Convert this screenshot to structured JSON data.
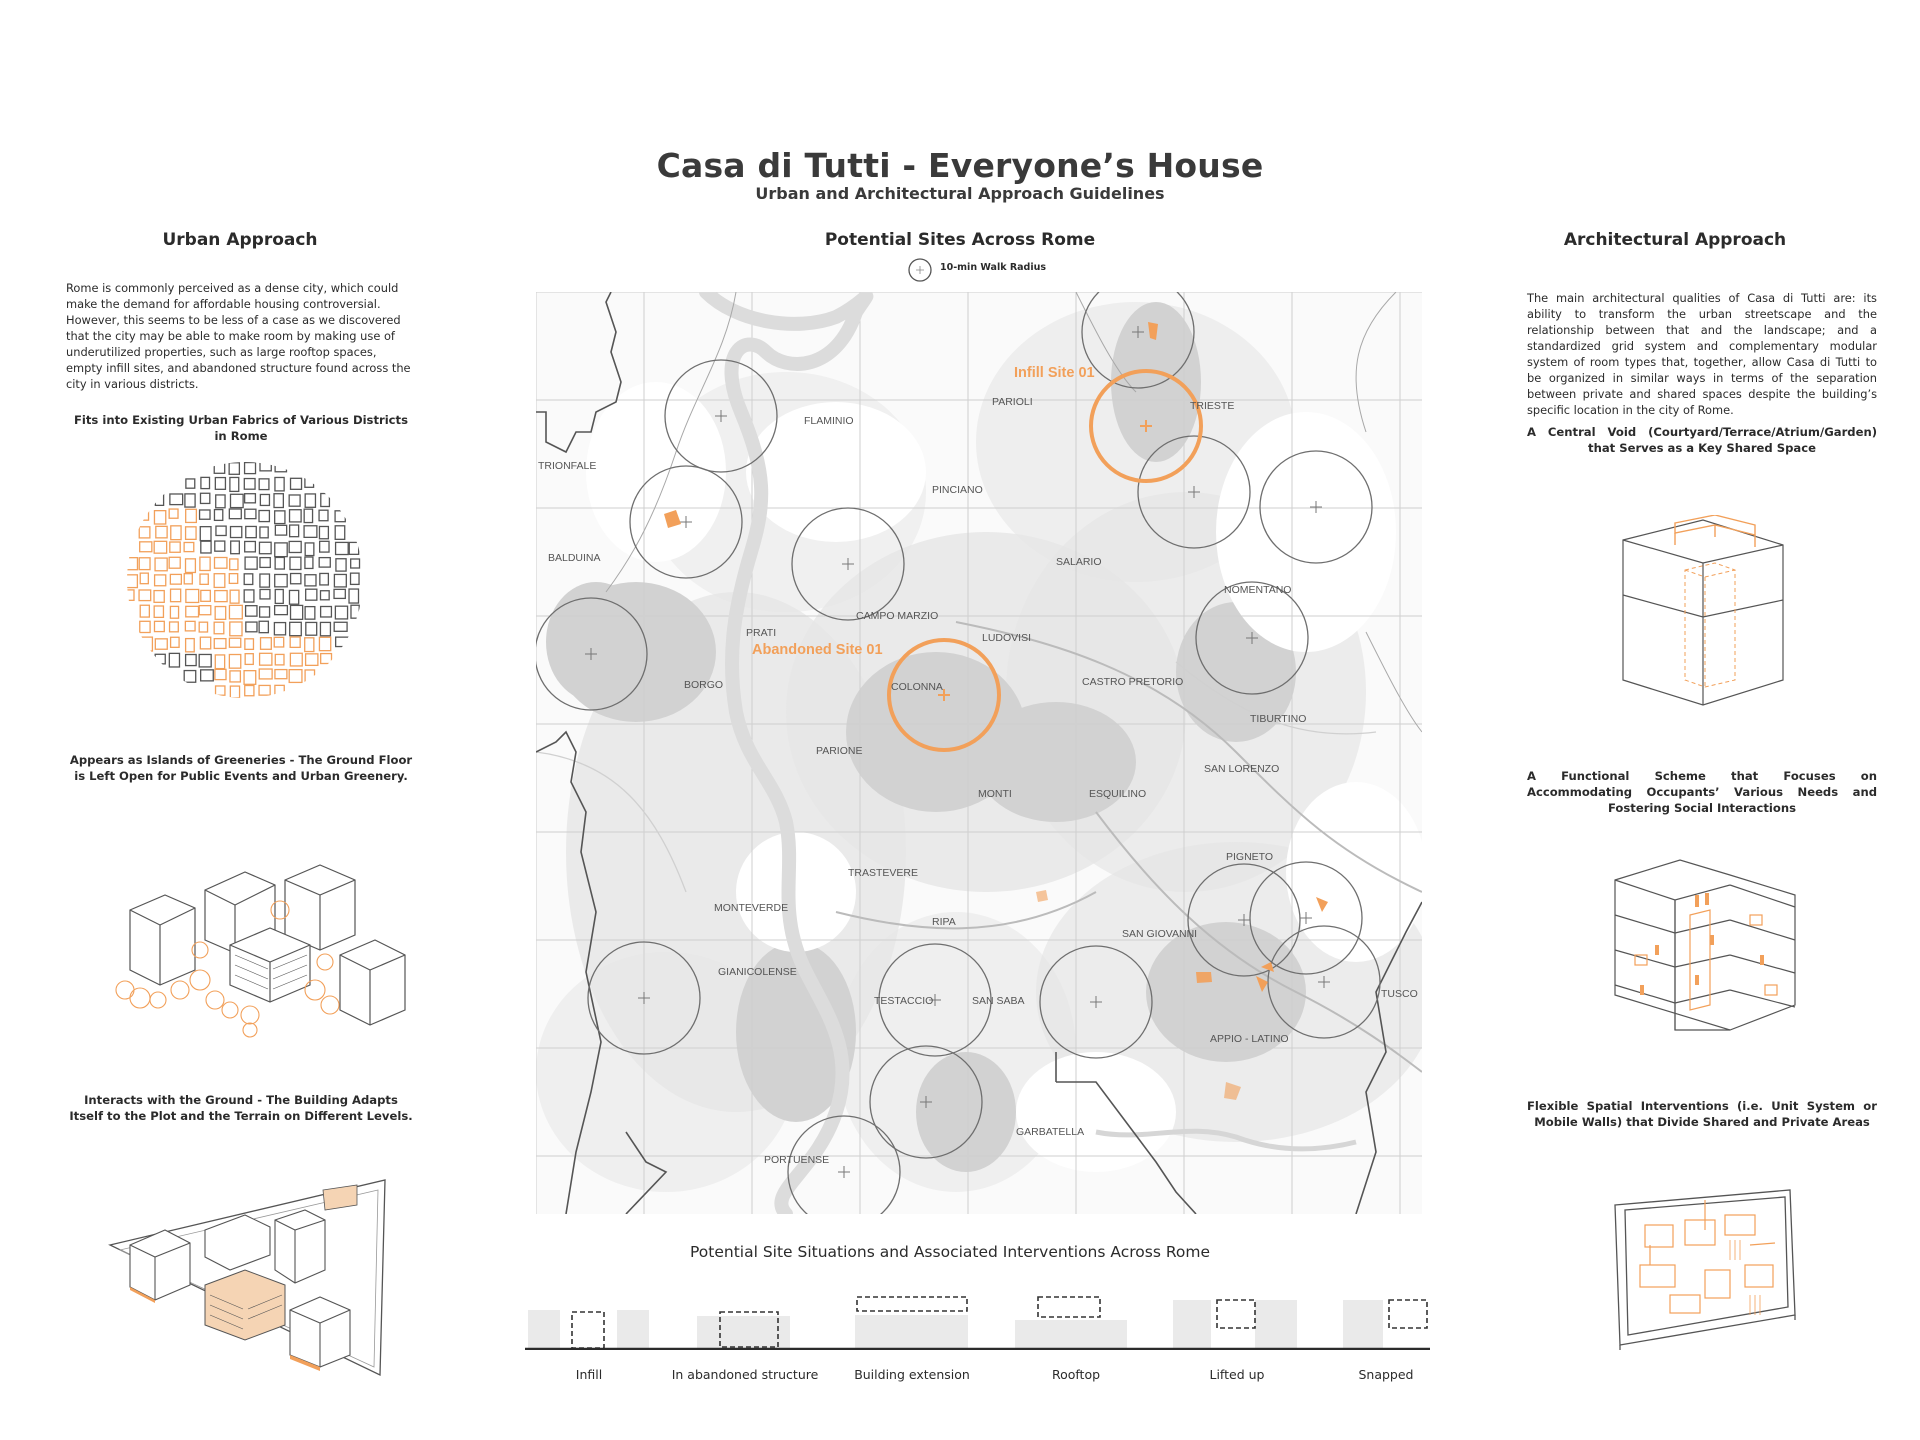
{
  "header": {
    "title": "Casa di Tutti - Everyone’s House",
    "subtitle": "Urban and Architectural Approach Guidelines"
  },
  "urban": {
    "heading": "Urban Approach",
    "intro": "Rome is commonly perceived as a dense city, which could make the demand for affordable housing controversial. However, this seems to be less of a case as we discovered that the city may be able to make room by making use of underutilized properties, such as large rooftop spaces, empty infill sites, and abandoned structure found across the city in various districts.",
    "caption1": "Fits into Existing Urban Fabrics of Various Districts in Rome",
    "caption2": "Appears as Islands of Greeneries - The Ground Floor is Left Open for Public Events and Urban Greenery.",
    "caption3": "Interacts with the Ground - The Building Adapts Itself to the Plot and the Terrain on Different Levels."
  },
  "map": {
    "heading": "Potential Sites Across Rome",
    "legend": "10-min Walk Radius",
    "site_infill": "Infill Site 01",
    "site_abandoned": "Abandoned Site 01",
    "districts": [
      "TRIONFALE",
      "FLAMINIO",
      "PARIOLI",
      "TRIESTE",
      "PINCIANO",
      "BALDUINA",
      "SALARIO",
      "CAMPO MARZIO",
      "NOMENTANO",
      "PRATI",
      "LUDOVISI",
      "BORGO",
      "COLONNA",
      "CASTRO PRETORIO",
      "TIBURTINO",
      "PARIONE",
      "MONTI",
      "ESQUILINO",
      "SAN LORENZO",
      "PIGNETO",
      "TRASTEVERE",
      "MONTEVERDE",
      "RIPA",
      "SAN GIOVANNI",
      "GIANICOLENSE",
      "TESTACCIO",
      "SAN SABA",
      "TUSCO",
      "APPIO - LATINO",
      "GARBATELLA",
      "PORTUENSE"
    ]
  },
  "situations": {
    "heading": "Potential Site Situations and Associated Interventions Across Rome",
    "labels": [
      "Infill",
      "In abandoned structure",
      "Building extension",
      "Rooftop",
      "Lifted up",
      "Snapped"
    ]
  },
  "arch": {
    "heading": "Architectural Approach",
    "intro": "The main architectural qualities of Casa di Tutti are: its ability to transform the urban streetscape and the relationship between that and the landscape; and a standardized grid system and complementary modular system of room types that, together, allow Casa di Tutti to be organized in similar ways in terms of the separation between private and shared spaces despite the building’s specific location in the city of Rome.",
    "caption1": "A Central Void (Courtyard/Terrace/Atrium/Garden) that Serves as a Key Shared Space",
    "caption2": "A Functional Scheme that Focuses on Accommodating Occupants’ Various Needs and Fostering Social Interactions",
    "caption3": "Flexible Spatial Interventions (i.e. Unit System or Mobile Walls) that Divide Shared and Private Areas"
  },
  "colors": {
    "accent": "#f2a05a",
    "line": "#555555",
    "fabric": "#d9d9d9"
  }
}
